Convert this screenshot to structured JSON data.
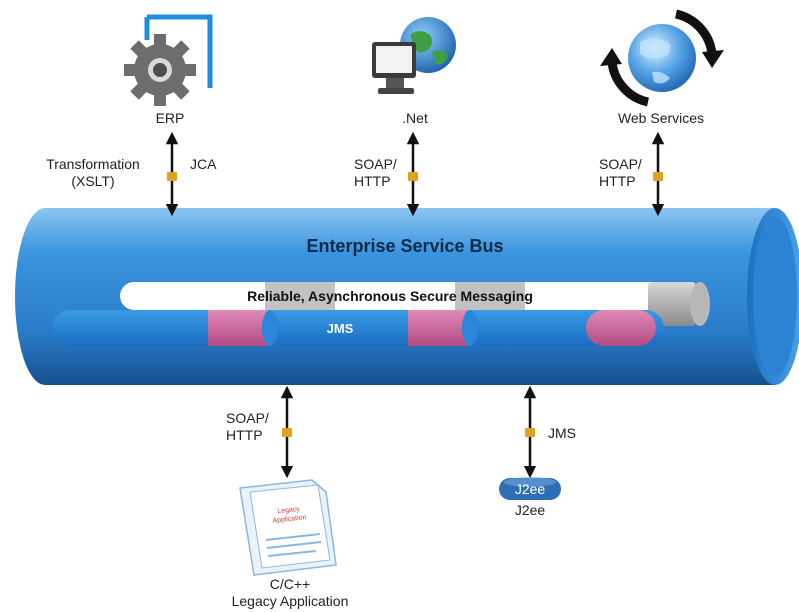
{
  "nodes": {
    "erp": {
      "label": "ERP"
    },
    "net": {
      "label": ".Net"
    },
    "web_services": {
      "label": "Web Services"
    },
    "legacy": {
      "label_line1": "C/C++",
      "label_line2": "Legacy Application",
      "doc_line1": "Legacy",
      "doc_line2": "Application"
    },
    "j2ee": {
      "badge": "J2ee",
      "label": "J2ee"
    }
  },
  "connectors": {
    "erp": {
      "left_line1": "Transformation",
      "left_line2": "(XSLT)",
      "right": "JCA"
    },
    "net": {
      "line1": "SOAP/",
      "line2": "HTTP"
    },
    "web_services": {
      "line1": "SOAP/",
      "line2": "HTTP"
    },
    "legacy": {
      "line1": "SOAP/",
      "line2": "HTTP"
    },
    "j2ee": {
      "label": "JMS"
    }
  },
  "bus": {
    "title": "Enterprise Service Bus",
    "messaging": "Reliable, Asynchronous Secure Messaging",
    "jms": "JMS"
  },
  "colors": {
    "bus_blue": "#2f86d6",
    "bus_dark": "#1b5fa8",
    "pink": "#c2578f",
    "arrow": "#111111",
    "lock": "#e0a21c"
  }
}
